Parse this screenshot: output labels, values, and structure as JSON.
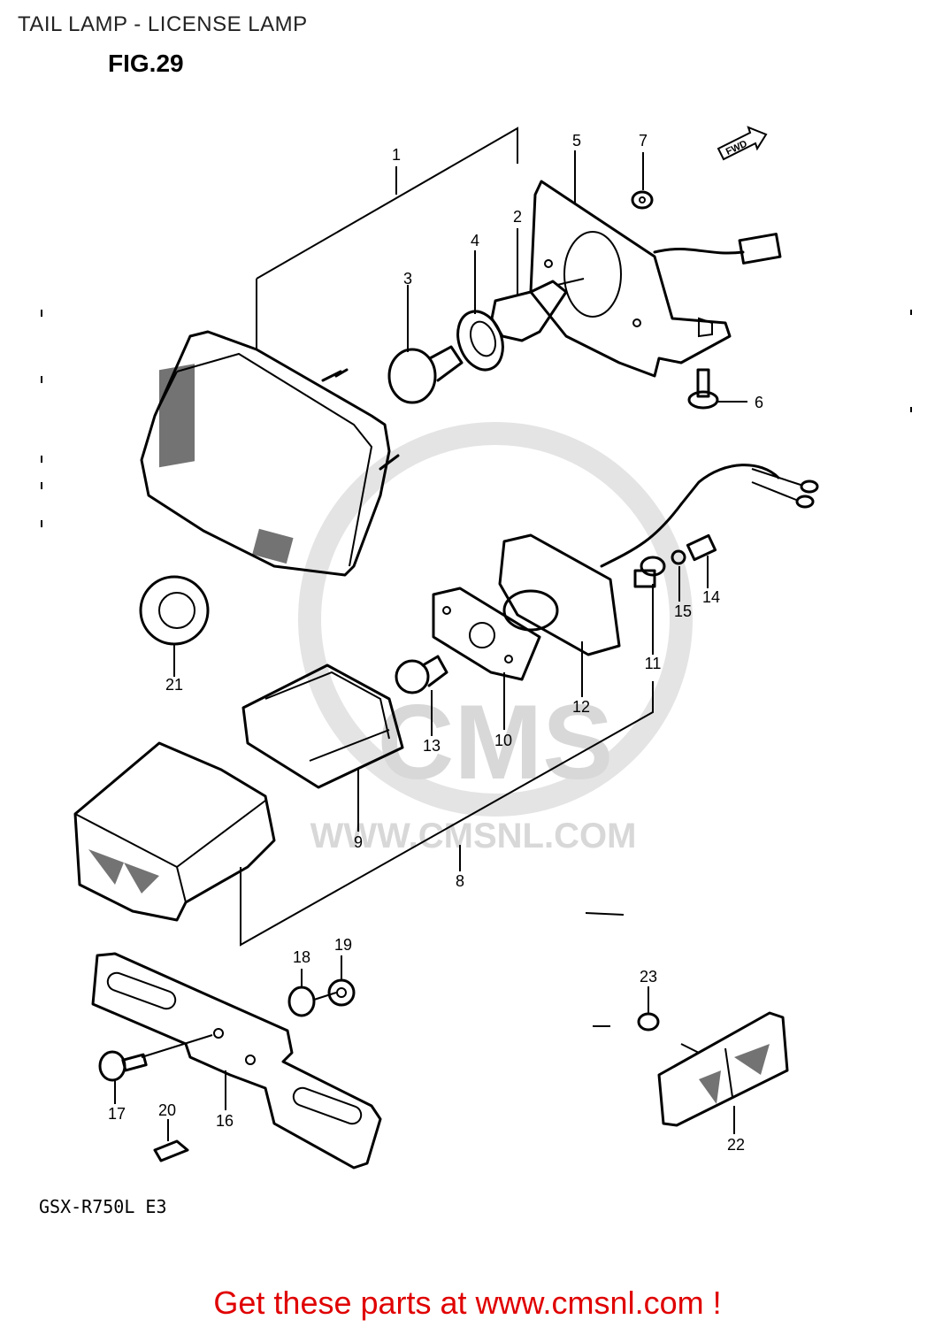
{
  "title": "TAIL LAMP - LICENSE LAMP",
  "figure": "FIG.29",
  "direction_badge": "FWD",
  "model": "GSX-R750L  E3",
  "watermark": {
    "logo": "CMS",
    "url": "WWW.CMSNL.COM"
  },
  "footer": "Get these parts at www.cmsnl.com !",
  "callouts": [
    {
      "id": "callout-1",
      "text": "1"
    },
    {
      "id": "callout-2",
      "text": "2"
    },
    {
      "id": "callout-3",
      "text": "3"
    },
    {
      "id": "callout-4",
      "text": "4"
    },
    {
      "id": "callout-5",
      "text": "5"
    },
    {
      "id": "callout-6",
      "text": "6"
    },
    {
      "id": "callout-7",
      "text": "7"
    },
    {
      "id": "callout-8",
      "text": "8"
    },
    {
      "id": "callout-9",
      "text": "9"
    },
    {
      "id": "callout-10",
      "text": "10"
    },
    {
      "id": "callout-11",
      "text": "11"
    },
    {
      "id": "callout-12",
      "text": "12"
    },
    {
      "id": "callout-13",
      "text": "13"
    },
    {
      "id": "callout-14",
      "text": "14"
    },
    {
      "id": "callout-15",
      "text": "15"
    },
    {
      "id": "callout-16",
      "text": "16"
    },
    {
      "id": "callout-17",
      "text": "17"
    },
    {
      "id": "callout-18",
      "text": "18"
    },
    {
      "id": "callout-19",
      "text": "19"
    },
    {
      "id": "callout-20",
      "text": "20"
    },
    {
      "id": "callout-21",
      "text": "21"
    },
    {
      "id": "callout-22",
      "text": "22"
    },
    {
      "id": "callout-23",
      "text": "23"
    }
  ]
}
